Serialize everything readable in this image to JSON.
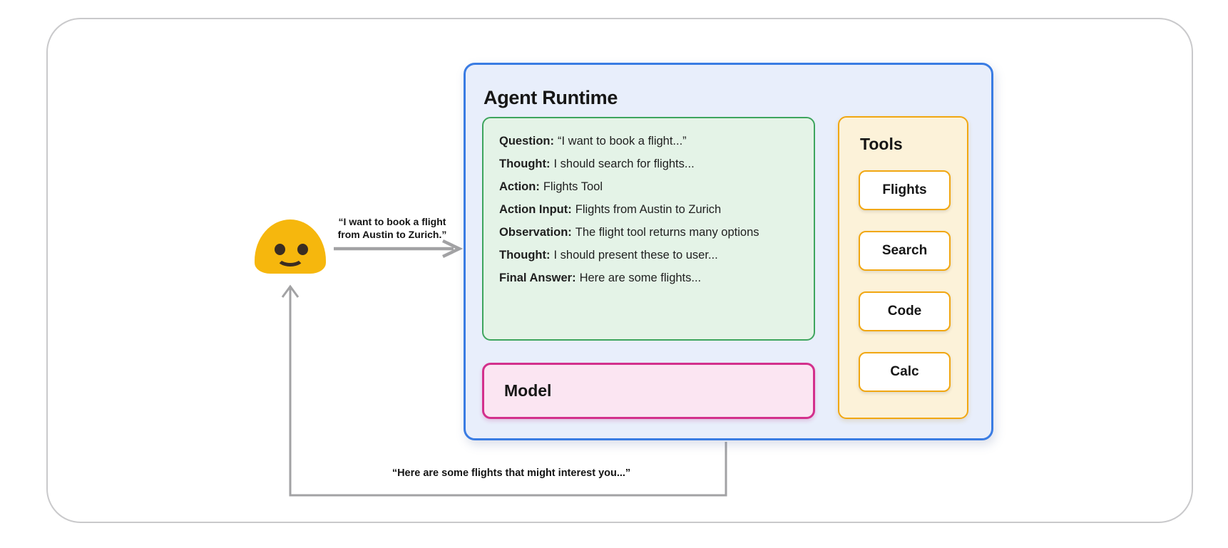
{
  "colors": {
    "runtime_bg": "#E8EEFB",
    "runtime_border": "#3A7CE3",
    "scratchpad_bg": "#E4F3E7",
    "scratchpad_border": "#3EA55E",
    "model_bg": "#FBE5F2",
    "model_border": "#D3308C",
    "tools_bg": "#FCF2D9",
    "tools_border": "#F1A712",
    "card_border": "#C9C9CB",
    "arrow": "#A2A2A4",
    "emoji_body": "#F6B70D",
    "emoji_features": "#3A2D22",
    "text": "#1F1F1F"
  },
  "user": {
    "emoji": "smiling-blob-face",
    "request_line1": "“I want to book a flight",
    "request_line2": "from Austin to Zurich.”",
    "response": "“Here are some flights that might interest you...”"
  },
  "runtime": {
    "title": "Agent Runtime",
    "scratchpad": {
      "lines": [
        {
          "label": "Question:",
          "text": "“I want to book a flight...”"
        },
        {
          "label": "Thought:",
          "text": "I should search for flights..."
        },
        {
          "label": "Action:",
          "text": "Flights Tool"
        },
        {
          "label": "Action Input:",
          "text": "Flights from Austin to Zurich"
        },
        {
          "label": "Observation:",
          "text": "The flight tool returns many options"
        },
        {
          "label": "Thought:",
          "text": "I should present these to user..."
        },
        {
          "label": "Final Answer:",
          "text": "Here are some flights..."
        }
      ]
    },
    "model": {
      "label": "Model"
    },
    "tools": {
      "title": "Tools",
      "items": [
        {
          "label": "Flights"
        },
        {
          "label": "Search"
        },
        {
          "label": "Code"
        },
        {
          "label": "Calc"
        }
      ]
    }
  }
}
